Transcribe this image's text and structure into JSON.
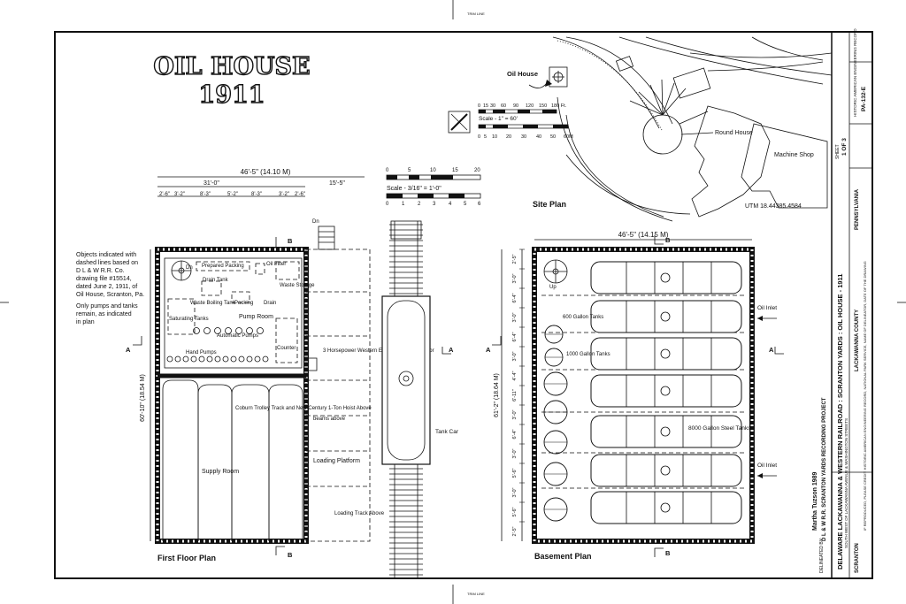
{
  "sheet": {
    "title_line1": "OIL HOUSE",
    "title_line2": "1911",
    "edge_mark": "TRIM LINE"
  },
  "notes": {
    "objects_note": [
      "Objects indicated with",
      "dashed lines based on",
      "D L & W R.R. Co.",
      "drawing file #15514,",
      "dated June 2, 1911, of",
      "Oil House, Scranton, Pa."
    ],
    "pumps_note": [
      "Only pumps and tanks",
      "remain, as indicated",
      "in plan"
    ]
  },
  "first_floor": {
    "caption": "First Floor Plan",
    "overall_dim": "46'-5\" (14.10 M)",
    "sub_dim_left": "31'-0\"",
    "sub_dim_right": "15'-5\"",
    "segment_dims": [
      "2'-6\"",
      "3'-2\"",
      "8'-3\"",
      "5'-2\"",
      "8'-3\"",
      "3'-2\"",
      "2'-6\""
    ],
    "side_dim": "60'-10\" (18.54 M)",
    "labels": {
      "dn_stair": "Dn",
      "dn_outside": "Dn",
      "prepared_packing": "Prepared Packing",
      "oil_filter": "Oil Filter",
      "waste_storage": "Waste Storage",
      "drain_tank": "Drain Tank",
      "waste_boiling_tank": "Waste Boiling Tank",
      "packing": "Packing",
      "drain": "Drain",
      "pump_room": "Pump Room",
      "saturating_tanks": "Saturating Tanks",
      "automatic_pumps": "Automatic Pumps",
      "hand_pumps": "Hand Pumps",
      "counter": "Counter",
      "motor": "3 Horsepower Western Electric Induction Motor",
      "coburn": "Coburn Trolley Track and New Century 1-Ton Hoist Above",
      "supply_room": "Supply Room",
      "beams_above": "beams above",
      "loading_platform": "Loading Platform",
      "loading_track": "Loading Track Above",
      "tank_car": "Tank Car"
    }
  },
  "scale_bar": {
    "ticks_ft": [
      "0",
      "5",
      "10",
      "15",
      "20"
    ],
    "ticks_m": [
      "0",
      "1",
      "2",
      "3",
      "4",
      "5",
      "6"
    ],
    "label": "Scale - 3/16\" = 1'-0\""
  },
  "site_plan": {
    "caption": "Site Plan",
    "oil_house": "Oil House",
    "round_house": "Round House",
    "machine_shop": "Machine Shop",
    "utm": "UTM 18.44385.4584",
    "ticks_ft": [
      "0",
      "15",
      "30",
      "60",
      "90",
      "120",
      "150",
      "180 Ft."
    ],
    "ticks_m": [
      "0",
      "5",
      "10",
      "20",
      "30",
      "40",
      "50",
      "60M"
    ],
    "scale_label": "Scale - 1\" = 60'"
  },
  "basement": {
    "caption": "Basement Plan",
    "overall_dim": "46'-5\" (14.15 M)",
    "side_dim": "61'-2\" (18.64 M)",
    "row_dims": [
      "2'-5\"",
      "3'-0\"",
      "6'-4\"",
      "3'-0\"",
      "6'-4\"",
      "3'-0\"",
      "4'-4\"",
      "6'-11\"",
      "3'-0\"",
      "6'-4\"",
      "3'-0\"",
      "5'-6\"",
      "3'-0\"",
      "5'-6\"",
      "2'-5\""
    ],
    "labels": {
      "up": "Up",
      "gal600": "600 Gallon Tanks",
      "gal1000": "1000 Gallon Tanks",
      "gal8000": "8000 Gallon Steel Tanks",
      "oil_inlet_top": "Oil Inlet",
      "oil_inlet_bottom": "Oil Inlet"
    }
  },
  "section_marks": {
    "a": "A",
    "b": "B"
  },
  "title_block": {
    "project": "DELAWARE LACKAWANNA & WESTERN RAILROAD : SCRANTON YARDS : OIL HOUSE - 1911",
    "address": "SOUTH WEST OF LACKAWANNA AVENUE & WASHINGTON STREETS",
    "city": "SCRANTON",
    "county": "LACKAWANNA COUNTY",
    "state": "PENNSYLVANIA",
    "delineator": "Martha Tuzson 1989",
    "recording": "D L & W R.R. SCRANTON YARDS RECORDING PROJECT",
    "delineated_by": "DELINEATED BY:",
    "survey": "HISTORIC AMERICAN ENGINEERING RECORD",
    "number": "PA-132-E",
    "sheet_label": "SHEET",
    "sheet": "1 OF 3",
    "fine_print": "IF REPRODUCED, PLEASE CREDIT: HISTORIC AMERICAN ENGINEERING RECORD, NATIONAL PARK SERVICE, NAME OF DELINEATOR, DATE OF THE DRAWING"
  }
}
